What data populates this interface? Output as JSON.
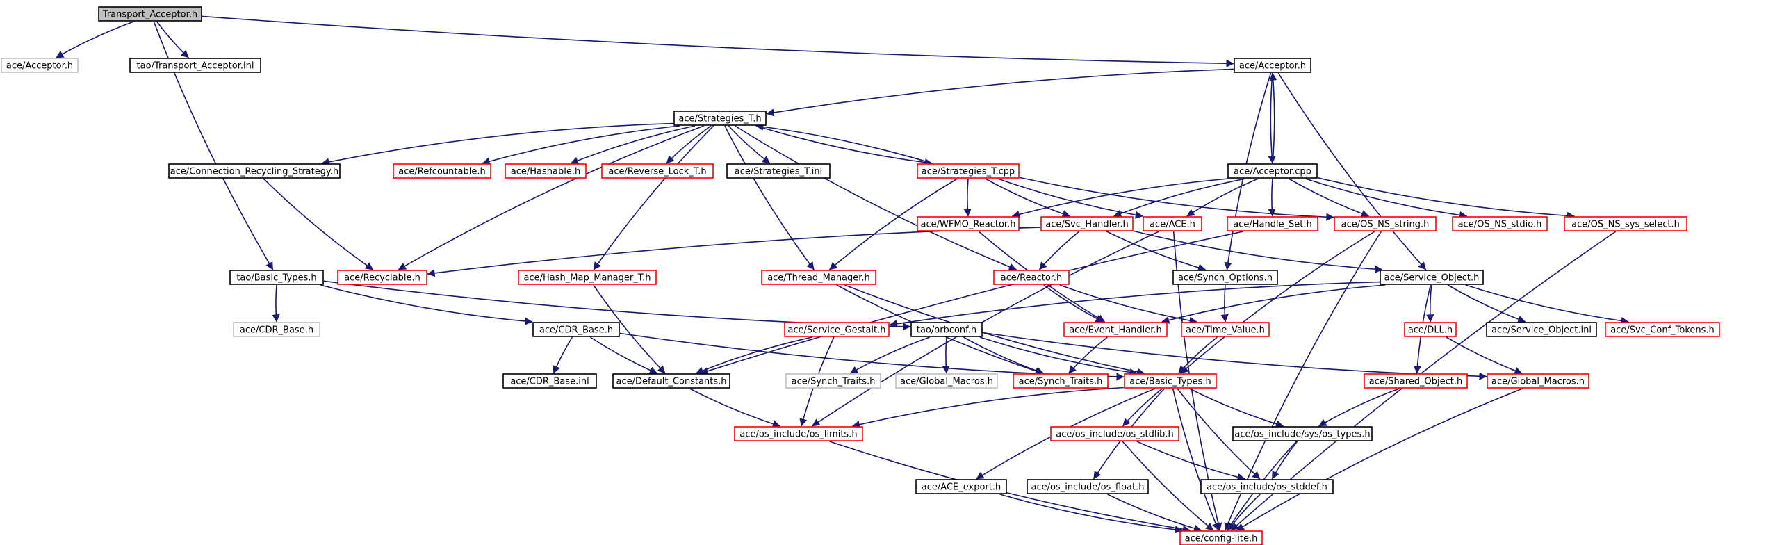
{
  "colors": {
    "root_fill": "#bfbfbf",
    "box_fill": "#ffffff",
    "border_documented": "#000000",
    "border_incomplete": "#ff0000",
    "border_external": "#bfbfbf",
    "edge": "#191970"
  },
  "nodes": {
    "n_transport_acceptor_h": {
      "label": "Transport_Acceptor.h",
      "style": "root"
    },
    "n_ace_acceptor_h_ext": {
      "label": "ace/Acceptor.h",
      "style": "external"
    },
    "n_tao_transport_acceptor_inl": {
      "label": "tao/Transport_Acceptor.inl",
      "style": "documented"
    },
    "n_ace_acceptor_h": {
      "label": "ace/Acceptor.h",
      "style": "documented"
    },
    "n_ace_strategies_t_h": {
      "label": "ace/Strategies_T.h",
      "style": "documented"
    },
    "n_ace_connection_recycling_strategy_h": {
      "label": "ace/Connection_Recycling_Strategy.h",
      "style": "documented"
    },
    "n_ace_refcountable_h": {
      "label": "ace/Refcountable.h",
      "style": "incomplete"
    },
    "n_ace_hashable_h": {
      "label": "ace/Hashable.h",
      "style": "incomplete"
    },
    "n_ace_reverse_lock_t_h": {
      "label": "ace/Reverse_Lock_T.h",
      "style": "incomplete"
    },
    "n_ace_strategies_t_inl": {
      "label": "ace/Strategies_T.inl",
      "style": "documented"
    },
    "n_ace_strategies_t_cpp": {
      "label": "ace/Strategies_T.cpp",
      "style": "incomplete"
    },
    "n_ace_acceptor_cpp": {
      "label": "ace/Acceptor.cpp",
      "style": "documented"
    },
    "n_ace_wfmo_reactor_h": {
      "label": "ace/WFMO_Reactor.h",
      "style": "incomplete"
    },
    "n_ace_svc_handler_h": {
      "label": "ace/Svc_Handler.h",
      "style": "incomplete"
    },
    "n_ace_ace_h": {
      "label": "ace/ACE.h",
      "style": "incomplete"
    },
    "n_ace_handle_set_h": {
      "label": "ace/Handle_Set.h",
      "style": "incomplete"
    },
    "n_ace_os_ns_string_h": {
      "label": "ace/OS_NS_string.h",
      "style": "incomplete"
    },
    "n_ace_os_ns_stdio_h": {
      "label": "ace/OS_NS_stdio.h",
      "style": "incomplete"
    },
    "n_ace_os_ns_sys_select_h": {
      "label": "ace/OS_NS_sys_select.h",
      "style": "incomplete"
    },
    "n_tao_basic_types_h": {
      "label": "tao/Basic_Types.h",
      "style": "documented"
    },
    "n_ace_recyclable_h": {
      "label": "ace/Recyclable.h",
      "style": "incomplete"
    },
    "n_ace_hash_map_manager_t_h": {
      "label": "ace/Hash_Map_Manager_T.h",
      "style": "incomplete"
    },
    "n_ace_thread_manager_h": {
      "label": "ace/Thread_Manager.h",
      "style": "incomplete"
    },
    "n_ace_reactor_h": {
      "label": "ace/Reactor.h",
      "style": "incomplete"
    },
    "n_ace_synch_options_h": {
      "label": "ace/Synch_Options.h",
      "style": "documented"
    },
    "n_ace_service_object_h": {
      "label": "ace/Service_Object.h",
      "style": "documented"
    },
    "n_ace_cdr_base_h_ext": {
      "label": "ace/CDR_Base.h",
      "style": "external"
    },
    "n_ace_cdr_base_h": {
      "label": "ace/CDR_Base.h",
      "style": "documented"
    },
    "n_ace_service_gestalt_h": {
      "label": "ace/Service_Gestalt.h",
      "style": "incomplete"
    },
    "n_tao_orbconf_h": {
      "label": "tao/orbconf.h",
      "style": "documented"
    },
    "n_ace_event_handler_h": {
      "label": "ace/Event_Handler.h",
      "style": "incomplete"
    },
    "n_ace_time_value_h": {
      "label": "ace/Time_Value.h",
      "style": "incomplete"
    },
    "n_ace_dll_h": {
      "label": "ace/DLL.h",
      "style": "incomplete"
    },
    "n_ace_service_object_inl": {
      "label": "ace/Service_Object.inl",
      "style": "documented"
    },
    "n_ace_svc_conf_tokens_h": {
      "label": "ace/Svc_Conf_Tokens.h",
      "style": "incomplete"
    },
    "n_ace_cdr_base_inl": {
      "label": "ace/CDR_Base.inl",
      "style": "documented"
    },
    "n_ace_default_constants_h": {
      "label": "ace/Default_Constants.h",
      "style": "documented"
    },
    "n_ace_synch_traits_h_ext": {
      "label": "ace/Synch_Traits.h",
      "style": "external"
    },
    "n_ace_global_macros_h_ext": {
      "label": "ace/Global_Macros.h",
      "style": "external"
    },
    "n_ace_synch_traits_h": {
      "label": "ace/Synch_Traits.h",
      "style": "incomplete"
    },
    "n_ace_basic_types_h": {
      "label": "ace/Basic_Types.h",
      "style": "incomplete"
    },
    "n_ace_shared_object_h": {
      "label": "ace/Shared_Object.h",
      "style": "incomplete"
    },
    "n_ace_global_macros_h": {
      "label": "ace/Global_Macros.h",
      "style": "incomplete"
    },
    "n_ace_os_include_os_limits_h": {
      "label": "ace/os_include/os_limits.h",
      "style": "incomplete"
    },
    "n_ace_os_include_os_stdlib_h": {
      "label": "ace/os_include/os_stdlib.h",
      "style": "incomplete"
    },
    "n_ace_os_include_sys_os_types_h": {
      "label": "ace/os_include/sys/os_types.h",
      "style": "documented"
    },
    "n_ace_ace_export_h": {
      "label": "ace/ACE_export.h",
      "style": "documented"
    },
    "n_ace_os_include_os_float_h": {
      "label": "ace/os_include/os_float.h",
      "style": "documented"
    },
    "n_ace_os_include_os_stddef_h": {
      "label": "ace/os_include/os_stddef.h",
      "style": "documented"
    },
    "n_ace_config_lite_h": {
      "label": "ace/config-lite.h",
      "style": "incomplete"
    }
  },
  "edges": [
    [
      "n_transport_acceptor_h",
      "n_ace_acceptor_h_ext"
    ],
    [
      "n_transport_acceptor_h",
      "n_tao_transport_acceptor_inl"
    ],
    [
      "n_transport_acceptor_h",
      "n_ace_acceptor_h"
    ],
    [
      "n_transport_acceptor_h",
      "n_tao_basic_types_h"
    ],
    [
      "n_ace_acceptor_h",
      "n_ace_strategies_t_h"
    ],
    [
      "n_ace_acceptor_h",
      "n_ace_acceptor_cpp"
    ],
    [
      "n_ace_acceptor_h",
      "n_ace_synch_options_h"
    ],
    [
      "n_ace_acceptor_h",
      "n_ace_service_object_h"
    ],
    [
      "n_ace_acceptor_cpp",
      "n_ace_acceptor_h"
    ],
    [
      "n_ace_acceptor_cpp",
      "n_ace_wfmo_reactor_h"
    ],
    [
      "n_ace_acceptor_cpp",
      "n_ace_svc_handler_h"
    ],
    [
      "n_ace_acceptor_cpp",
      "n_ace_ace_h"
    ],
    [
      "n_ace_acceptor_cpp",
      "n_ace_handle_set_h"
    ],
    [
      "n_ace_acceptor_cpp",
      "n_ace_os_ns_string_h"
    ],
    [
      "n_ace_acceptor_cpp",
      "n_ace_os_ns_stdio_h"
    ],
    [
      "n_ace_acceptor_cpp",
      "n_ace_os_ns_sys_select_h"
    ],
    [
      "n_ace_strategies_t_h",
      "n_ace_connection_recycling_strategy_h"
    ],
    [
      "n_ace_strategies_t_h",
      "n_ace_refcountable_h"
    ],
    [
      "n_ace_strategies_t_h",
      "n_ace_hashable_h"
    ],
    [
      "n_ace_strategies_t_h",
      "n_ace_reverse_lock_t_h"
    ],
    [
      "n_ace_strategies_t_h",
      "n_ace_strategies_t_inl"
    ],
    [
      "n_ace_strategies_t_h",
      "n_ace_strategies_t_cpp"
    ],
    [
      "n_ace_strategies_t_h",
      "n_ace_recyclable_h"
    ],
    [
      "n_ace_strategies_t_h",
      "n_ace_hash_map_manager_t_h"
    ],
    [
      "n_ace_strategies_t_h",
      "n_ace_thread_manager_h"
    ],
    [
      "n_ace_strategies_t_h",
      "n_ace_reactor_h"
    ],
    [
      "n_ace_strategies_t_cpp",
      "n_ace_strategies_t_h"
    ],
    [
      "n_ace_strategies_t_cpp",
      "n_ace_wfmo_reactor_h"
    ],
    [
      "n_ace_strategies_t_cpp",
      "n_ace_svc_handler_h"
    ],
    [
      "n_ace_strategies_t_cpp",
      "n_ace_ace_h"
    ],
    [
      "n_ace_strategies_t_cpp",
      "n_ace_os_ns_string_h"
    ],
    [
      "n_ace_strategies_t_cpp",
      "n_ace_thread_manager_h"
    ],
    [
      "n_ace_connection_recycling_strategy_h",
      "n_ace_recyclable_h"
    ],
    [
      "n_ace_svc_handler_h",
      "n_ace_recyclable_h"
    ],
    [
      "n_ace_svc_handler_h",
      "n_ace_reactor_h"
    ],
    [
      "n_ace_svc_handler_h",
      "n_ace_synch_options_h"
    ],
    [
      "n_ace_svc_handler_h",
      "n_ace_service_object_h"
    ],
    [
      "n_ace_wfmo_reactor_h",
      "n_ace_event_handler_h"
    ],
    [
      "n_ace_ace_h",
      "n_ace_config_lite_h"
    ],
    [
      "n_ace_ace_h",
      "n_ace_os_include_os_limits_h"
    ],
    [
      "n_ace_handle_set_h",
      "n_ace_default_constants_h"
    ],
    [
      "n_ace_os_ns_string_h",
      "n_ace_basic_types_h"
    ],
    [
      "n_ace_os_ns_string_h",
      "n_ace_config_lite_h"
    ],
    [
      "n_tao_basic_types_h",
      "n_ace_cdr_base_h_ext"
    ],
    [
      "n_tao_basic_types_h",
      "n_ace_cdr_base_h"
    ],
    [
      "n_tao_basic_types_h",
      "n_tao_orbconf_h"
    ],
    [
      "n_ace_hash_map_manager_t_h",
      "n_ace_default_constants_h"
    ],
    [
      "n_ace_thread_manager_h",
      "n_ace_synch_traits_h"
    ],
    [
      "n_ace_thread_manager_h",
      "n_ace_basic_types_h"
    ],
    [
      "n_ace_reactor_h",
      "n_ace_event_handler_h"
    ],
    [
      "n_ace_reactor_h",
      "n_ace_time_value_h"
    ],
    [
      "n_ace_synch_options_h",
      "n_ace_time_value_h"
    ],
    [
      "n_ace_service_object_h",
      "n_ace_service_gestalt_h"
    ],
    [
      "n_ace_service_object_h",
      "n_ace_event_handler_h"
    ],
    [
      "n_ace_service_object_h",
      "n_ace_dll_h"
    ],
    [
      "n_ace_service_object_h",
      "n_ace_service_object_inl"
    ],
    [
      "n_ace_service_object_h",
      "n_ace_svc_conf_tokens_h"
    ],
    [
      "n_ace_service_object_h",
      "n_ace_shared_object_h"
    ],
    [
      "n_ace_cdr_base_h",
      "n_ace_cdr_base_inl"
    ],
    [
      "n_ace_cdr_base_h",
      "n_ace_default_constants_h"
    ],
    [
      "n_ace_cdr_base_h",
      "n_ace_basic_types_h"
    ],
    [
      "n_ace_service_gestalt_h",
      "n_ace_default_constants_h"
    ],
    [
      "n_ace_service_gestalt_h",
      "n_ace_os_include_os_limits_h"
    ],
    [
      "n_tao_orbconf_h",
      "n_ace_synch_traits_h_ext"
    ],
    [
      "n_tao_orbconf_h",
      "n_ace_global_macros_h_ext"
    ],
    [
      "n_tao_orbconf_h",
      "n_ace_synch_traits_h"
    ],
    [
      "n_tao_orbconf_h",
      "n_ace_basic_types_h"
    ],
    [
      "n_tao_orbconf_h",
      "n_ace_global_macros_h"
    ],
    [
      "n_ace_event_handler_h",
      "n_ace_synch_traits_h"
    ],
    [
      "n_ace_time_value_h",
      "n_ace_basic_types_h"
    ],
    [
      "n_ace_dll_h",
      "n_ace_global_macros_h"
    ],
    [
      "n_ace_shared_object_h",
      "n_ace_os_include_sys_os_types_h"
    ],
    [
      "n_ace_default_constants_h",
      "n_ace_os_include_os_limits_h"
    ],
    [
      "n_ace_basic_types_h",
      "n_ace_os_include_os_limits_h"
    ],
    [
      "n_ace_basic_types_h",
      "n_ace_os_include_os_stdlib_h"
    ],
    [
      "n_ace_basic_types_h",
      "n_ace_os_include_sys_os_types_h"
    ],
    [
      "n_ace_basic_types_h",
      "n_ace_ace_export_h"
    ],
    [
      "n_ace_basic_types_h",
      "n_ace_os_include_os_float_h"
    ],
    [
      "n_ace_basic_types_h",
      "n_ace_os_include_os_stddef_h"
    ],
    [
      "n_ace_basic_types_h",
      "n_ace_config_lite_h"
    ],
    [
      "n_ace_os_include_os_limits_h",
      "n_ace_config_lite_h"
    ],
    [
      "n_ace_os_include_os_stdlib_h",
      "n_ace_os_include_os_stddef_h"
    ],
    [
      "n_ace_os_include_os_stdlib_h",
      "n_ace_config_lite_h"
    ],
    [
      "n_ace_os_include_sys_os_types_h",
      "n_ace_os_include_os_stddef_h"
    ],
    [
      "n_ace_os_include_sys_os_types_h",
      "n_ace_config_lite_h"
    ],
    [
      "n_ace_ace_export_h",
      "n_ace_config_lite_h"
    ],
    [
      "n_ace_os_include_os_float_h",
      "n_ace_config_lite_h"
    ],
    [
      "n_ace_os_include_os_stddef_h",
      "n_ace_config_lite_h"
    ],
    [
      "n_ace_global_macros_h",
      "n_ace_config_lite_h"
    ],
    [
      "n_ace_os_ns_sys_select_h",
      "n_ace_config_lite_h"
    ]
  ]
}
